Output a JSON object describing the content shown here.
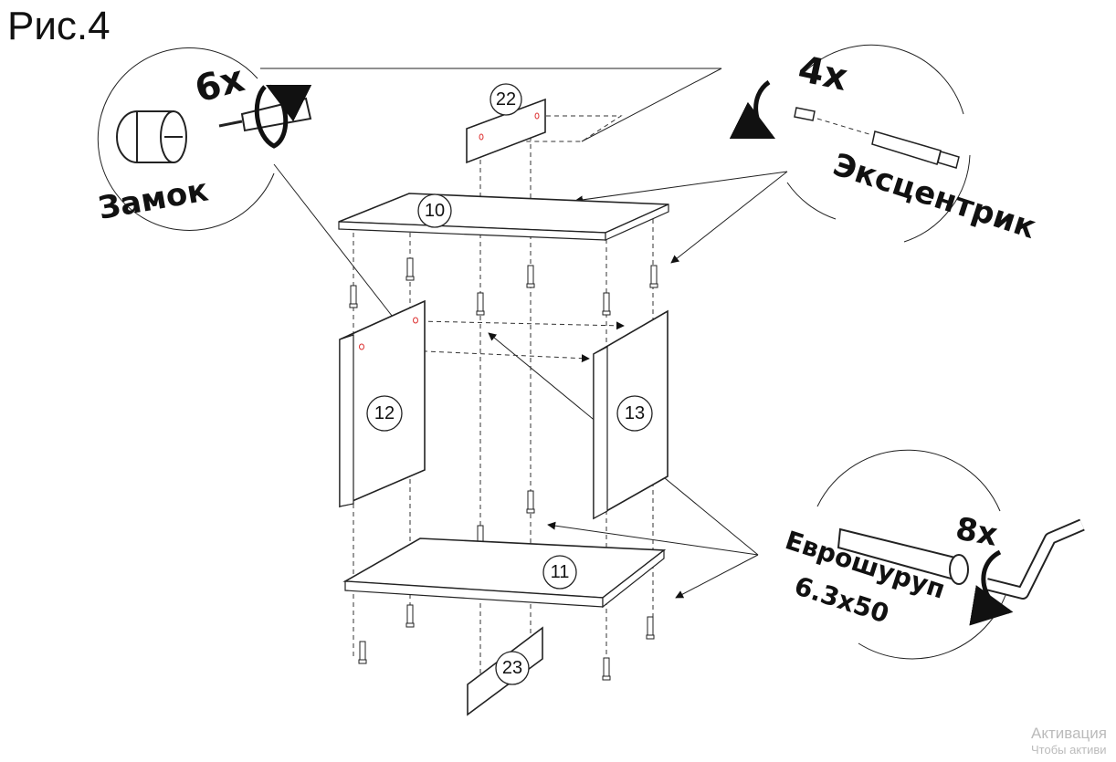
{
  "title": "Рис.4",
  "parts": {
    "p22": "22",
    "p10": "10",
    "p12": "12",
    "p13": "13",
    "p11": "11",
    "p23": "23"
  },
  "callouts": {
    "lock": {
      "count": "6x",
      "label": "Замок"
    },
    "eccentric": {
      "count": "4x",
      "label": "Эксцентрик"
    },
    "euroscrew": {
      "count": "8x",
      "label": "Еврошуруп",
      "size": "6.3x50"
    }
  },
  "watermark": {
    "line1": "Активация",
    "line2": "Чтобы активи"
  },
  "colors": {
    "hole": "#dd3333",
    "line": "#222222"
  }
}
